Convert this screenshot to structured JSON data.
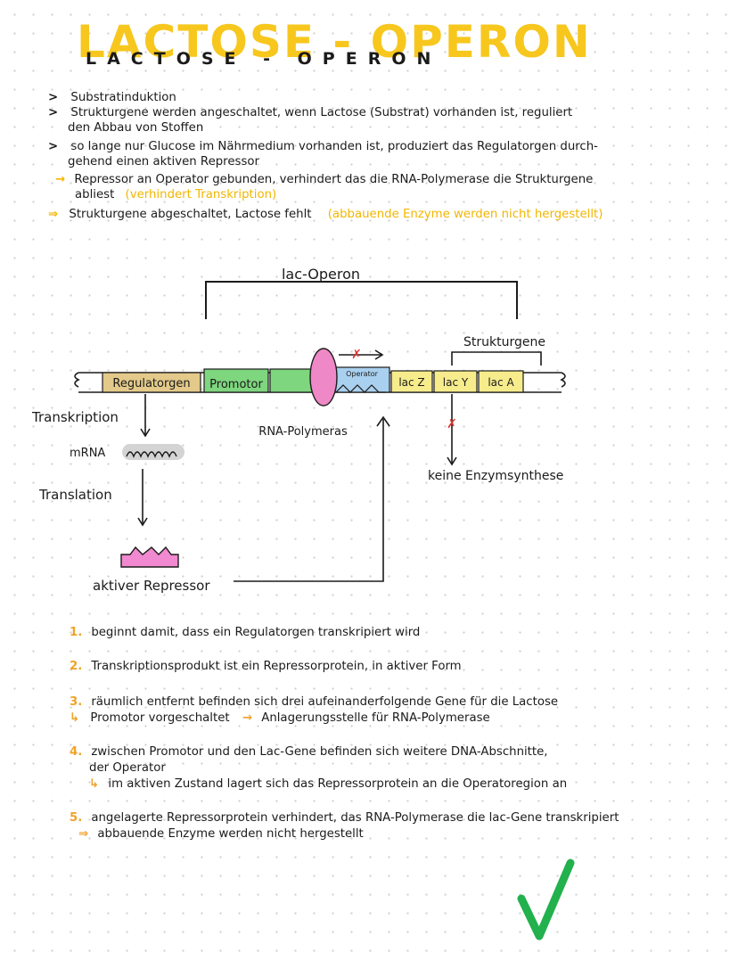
{
  "title": {
    "big": "LACTOSE - OPERON",
    "small": "LACTOSE - OPERON"
  },
  "intro": [
    {
      "marker": ">",
      "text": "Substratinduktion"
    },
    {
      "marker": ">",
      "text": "Strukturgene werden angeschaltet, wenn Lactose (Substrat) vorhanden ist, reguliert"
    },
    {
      "marker": "",
      "text": "den Abbau von Stoffen"
    },
    {
      "marker": ">",
      "text": "so lange nur Glucose im Nährmedium vorhanden ist, produziert das Regulatorgen durch-"
    },
    {
      "marker": "",
      "text": "gehend einen aktiven Repressor"
    },
    {
      "marker": "→",
      "text": "Repressor an Operator gebunden, verhindert das die RNA-Polymerase die Strukturgene"
    },
    {
      "marker": "",
      "text": "abliest",
      "highlight": "(verhindert Transkription)"
    },
    {
      "marker": "⇒",
      "text": "Strukturgene abgeschaltet, Lactose fehlt",
      "highlight": "(abbauende Enzyme werden nicht hergestellt)"
    }
  ],
  "diagram": {
    "operon_label": "lac-Operon",
    "strukturgene_label": "Strukturgene",
    "segments": [
      "Regulatorgen",
      "Promotor",
      "",
      "Operator",
      "lac Z",
      "lac Y",
      "lac A"
    ],
    "rna_polymerase_label": "RNA-Polymeras",
    "transkription_label": "Transkription",
    "mrna_label": "mRNA",
    "translation_label": "Translation",
    "repressor_label": "aktiver Repressor",
    "no_synthesis_label": "keine Enzymsynthese",
    "blocked_mark": "✗",
    "colors": {
      "regulatorgen": "#e3c98a",
      "promotor": "#7ed67e",
      "operator": "#a9d0ef",
      "lac_genes": "#f7ec8c",
      "polymerase": "#ee88c6",
      "repressor": "#f089cf",
      "blocked": "#e0342f"
    }
  },
  "steps": [
    {
      "num": "1.",
      "lines": [
        "beginnt damit, dass ein Regulatorgen transkripiert wird"
      ]
    },
    {
      "num": "2.",
      "lines": [
        "Transkriptionsprodukt ist ein Repressorprotein, in aktiver Form"
      ]
    },
    {
      "num": "3.",
      "lines": [
        "räumlich entfernt befinden sich drei aufeinanderfolgende Gene für die Lactose"
      ],
      "sub": {
        "marker": "↳",
        "text1": "Promotor vorgeschaltet",
        "marker2": "→",
        "text2": "Anlagerungsstelle für RNA-Polymerase"
      }
    },
    {
      "num": "4.",
      "lines": [
        "zwischen Promotor und den Lac-Gene befinden sich weitere DNA-Abschnitte,",
        "der Operator"
      ],
      "sub": {
        "marker": "↳",
        "text1": "im aktiven Zustand lagert sich das Repressorprotein an die Operatoregion an"
      }
    },
    {
      "num": "5.",
      "lines": [
        "angelagerte Repressorprotein verhindert, das RNA-Polymerase die lac-Gene transkripiert"
      ],
      "sub": {
        "marker": "⇒",
        "text1": "abbauende Enzyme werden nicht hergestellt"
      }
    }
  ],
  "checkmark": "✓"
}
